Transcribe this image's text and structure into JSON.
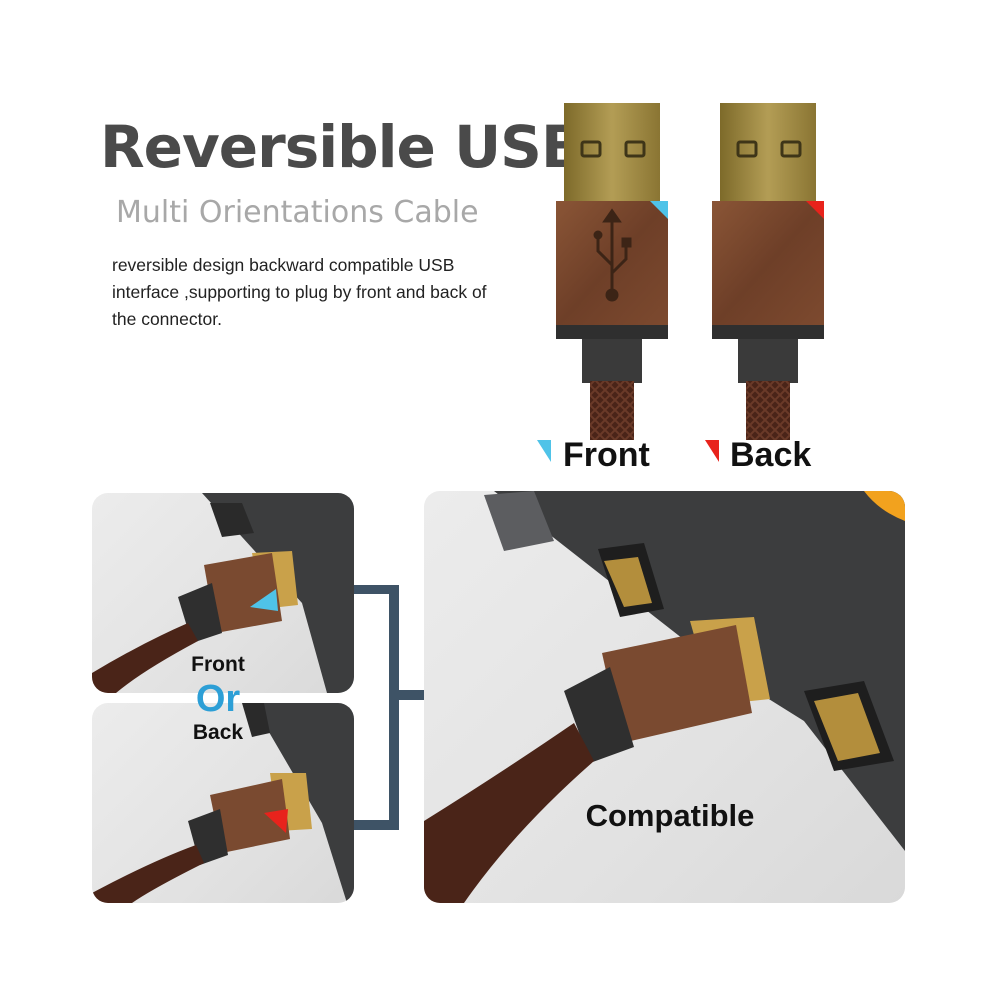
{
  "header": {
    "title": "Reversible USB",
    "subtitle": "Multi Orientations Cable",
    "description": "reversible design backward compatible USB interface ,supporting to plug by front and back of the connector."
  },
  "orientation": {
    "front_label": "Front",
    "back_label": "Back"
  },
  "panels": {
    "front_label": "Front",
    "or_label": "Or",
    "back_label": "Back",
    "compatible_label": "Compatible"
  },
  "colors": {
    "front_accent": "#4fc3e8",
    "back_accent": "#e8231c",
    "arrow": "#3e5366",
    "wood": "#7a4a30",
    "gold": "#a08a3e",
    "braid": "#4a2418",
    "title": "#4a4a4a",
    "subtitle": "#a8a8a8"
  },
  "icons": [
    "usb-symbol-icon",
    "arrow-right-icon"
  ]
}
